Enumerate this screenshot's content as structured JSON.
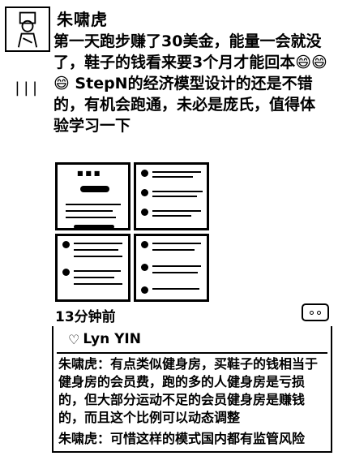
{
  "post": {
    "author": "朱啸虎",
    "text": "第一天跑步赚了30美金，能量一会就没了，鞋子的钱看来要3个月才能回本😄😄😄 StepN的经济模型设计的还是不错的，有机会跑通，未必是庞氏，值得体验学习一下",
    "time": "13分钟前",
    "side_mark": "|||"
  },
  "likes": {
    "names": "Lyn YIN"
  },
  "comments": [
    {
      "author": "朱啸虎",
      "sep": "：",
      "text": "有点类似健身房，买鞋子的钱相当于健身房的会员费，跑的多的人健身房是亏损的，但大部分运动不足的会员健身房是赚钱的，而且这个比例可以动态调整"
    },
    {
      "author": "朱啸虎",
      "sep": "：",
      "text": "可惜这样的模式国内都有监管风险"
    }
  ],
  "icons": {
    "avatar": "user-avatar-icon",
    "heart": "heart-icon",
    "more": "more-options-icon"
  }
}
